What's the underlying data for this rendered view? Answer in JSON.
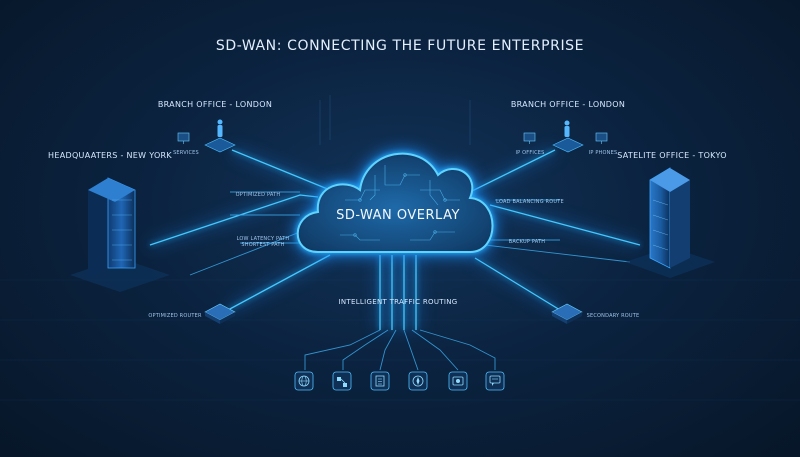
{
  "title": "SD-WAN: CONNECTING THE FUTURE ENTERPRISE",
  "cloud_label": "SD-WAN OVERLAY",
  "routing_label": "INTELLIGENT TRAFFIC ROUTING",
  "sites": {
    "headquarters": "HEADQUAATERS - NEW YORK",
    "branch_left": "BRANCH OFFICE - LONDON",
    "branch_right": "BRANCH OFFICE - LONDON",
    "satellite": "SATELITE OFFICE - TOKYO"
  },
  "tags": {
    "optimized_path": "OPTIMIZED PATH",
    "low_latency_1": "LOW LATENCY PATH",
    "low_latency_2": "SHORTEST PATH",
    "load_balancing": "LOAD BALANCING ROUTE",
    "backup_path": "BACKUP PATH",
    "services": "SERVICES",
    "ip_offices": "IP OFFICES",
    "ip_phones": "IP PHONES",
    "optimized_router": "OPTIMIZED ROUTER",
    "secondary_route": "SECONDARY ROUTE"
  },
  "colors": {
    "accent": "#45c8ff",
    "background": "#0b2340",
    "glow": "#1a8fff"
  },
  "bottom_icons": [
    "globe-icon",
    "network-icon",
    "document-icon",
    "compass-icon",
    "camera-icon",
    "chat-icon"
  ]
}
